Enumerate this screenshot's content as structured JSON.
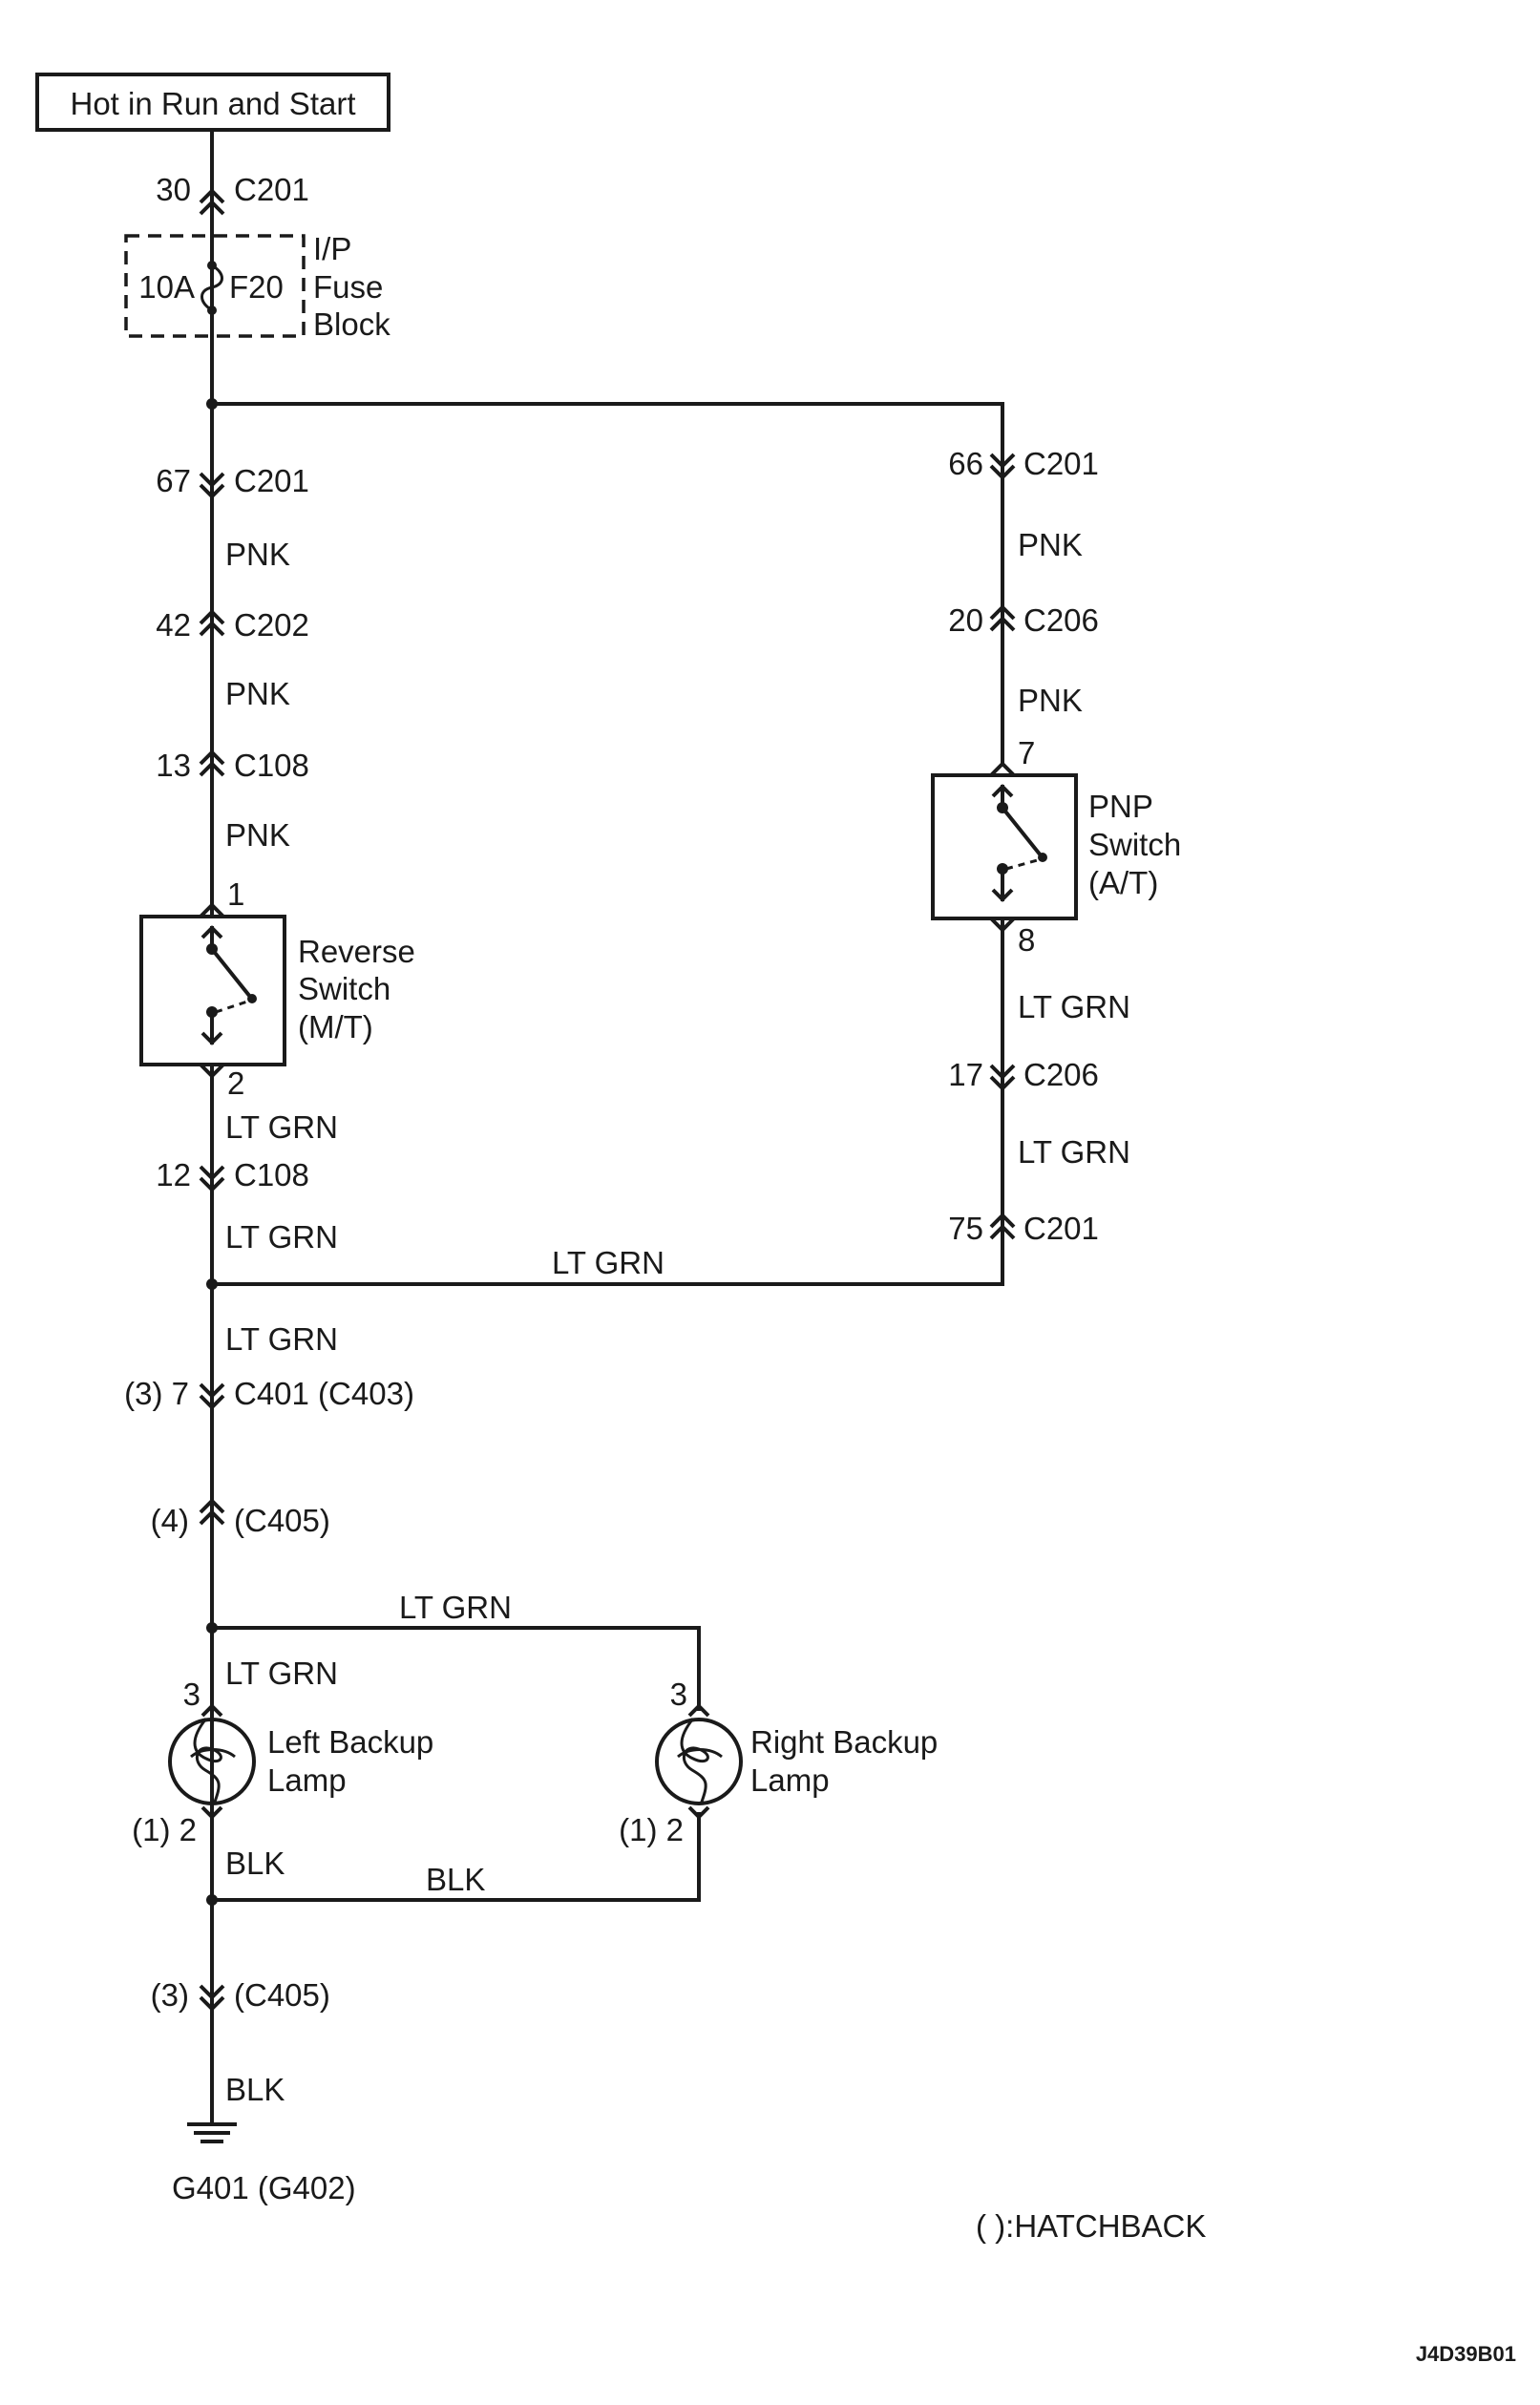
{
  "power_source": "Hot in Run and Start",
  "fuse_block": {
    "rating": "10A",
    "fuse_id": "F20",
    "name_lines": [
      "I/P",
      "Fuse",
      "Block"
    ]
  },
  "connectors": [
    {
      "pin": "30",
      "id": "C201"
    },
    {
      "pin": "67",
      "id": "C201"
    },
    {
      "pin": "42",
      "id": "C202"
    },
    {
      "pin": "13",
      "id": "C108"
    },
    {
      "pin": "12",
      "id": "C108"
    },
    {
      "pin": "66",
      "id": "C201"
    },
    {
      "pin": "20",
      "id": "C206"
    },
    {
      "pin": "17",
      "id": "C206"
    },
    {
      "pin": "75",
      "id": "C201"
    },
    {
      "pin": "(3) 7",
      "id": "C401 (C403)"
    },
    {
      "pin": "(4)",
      "id": "(C405)"
    },
    {
      "pin": "(3)",
      "id": "(C405)"
    }
  ],
  "wire_colors": {
    "pnk": "PNK",
    "lt_grn": "LT GRN",
    "blk": "BLK"
  },
  "reverse_switch": {
    "lines": [
      "Reverse",
      "Switch",
      "(M/T)"
    ],
    "pin_in": "1",
    "pin_out": "2"
  },
  "pnp_switch": {
    "lines": [
      "PNP",
      "Switch",
      "(A/T)"
    ],
    "pin_in": "7",
    "pin_out": "8"
  },
  "left_lamp": {
    "lines": [
      "Left Backup",
      "Lamp"
    ],
    "pin_in": "3",
    "pin_out": "(1) 2"
  },
  "right_lamp": {
    "lines": [
      "Right Backup",
      "Lamp"
    ],
    "pin_in": "3",
    "pin_out": "(1) 2"
  },
  "ground": "G401 (G402)",
  "legend": "( ):HATCHBACK",
  "diagram_code": "J4D39B01"
}
